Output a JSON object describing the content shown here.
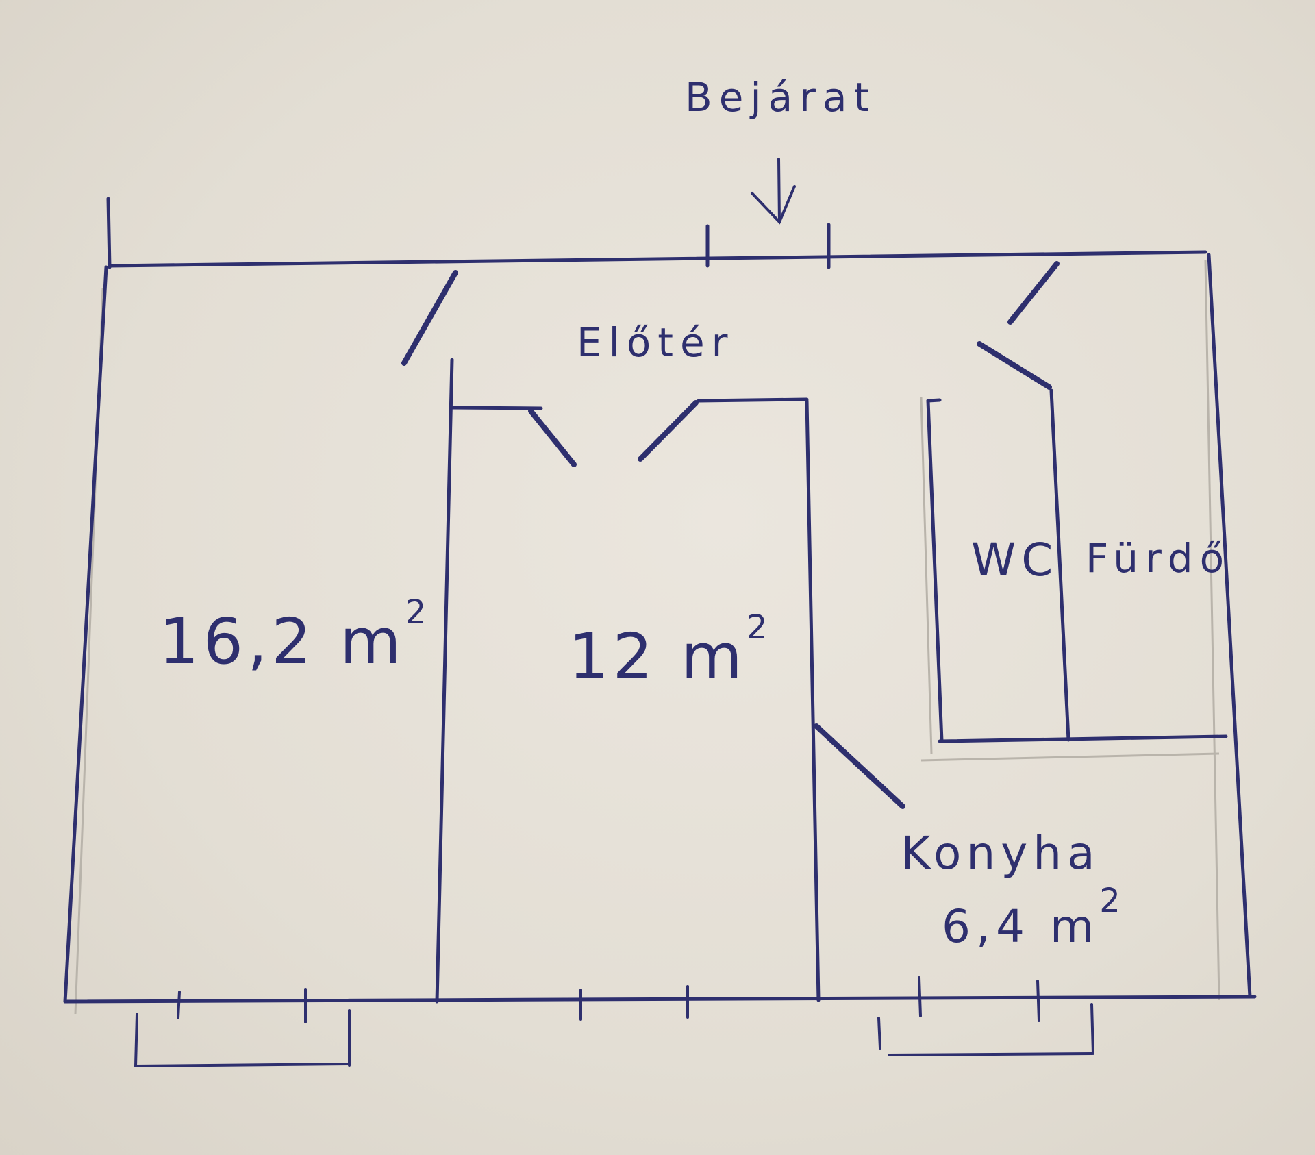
{
  "colors": {
    "ink": "#2e2f6e",
    "paper": "#e6e1d8"
  },
  "labels": {
    "entrance": "Bejárat",
    "hallway": "Előtér",
    "wc": "WC",
    "bathroom": "Fürdő",
    "kitchen": "Konyha"
  },
  "areas": {
    "room_left": {
      "value": "16,2 m",
      "exp": "2"
    },
    "room_middle": {
      "value": "12 m",
      "exp": "2"
    },
    "kitchen": {
      "value": "6,4 m",
      "exp": "2"
    }
  },
  "icons": {
    "entrance_arrow": "arrow-down-icon"
  }
}
